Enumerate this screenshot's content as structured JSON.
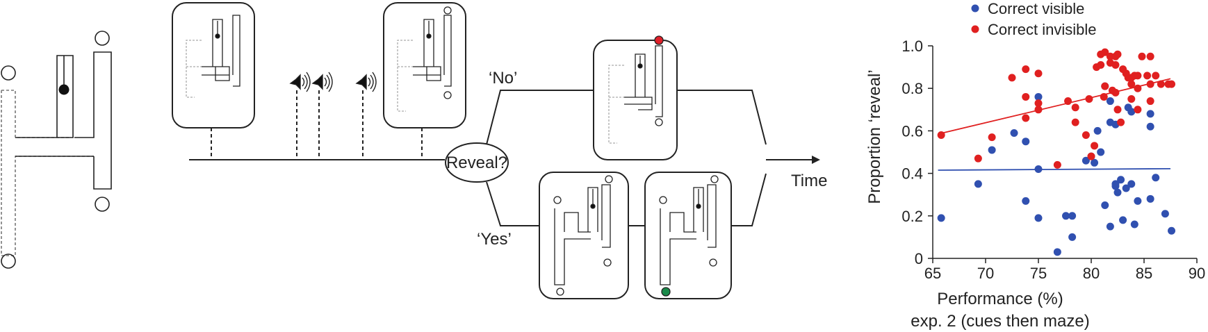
{
  "timeline": {
    "decision_label": "Reveal?",
    "no_label": "‘No’",
    "yes_label": "‘Yes’",
    "time_label": "Time"
  },
  "colors": {
    "visible": "#3050b0",
    "invisible": "#e02020",
    "red_target": "#e0202a",
    "green_target": "#1a8a4a"
  },
  "chart_data": {
    "type": "scatter",
    "xlabel": "Performance (%)",
    "xlabel_line2": "exp. 2 (cues then maze)",
    "ylabel": "Proportion ‘reveal’",
    "xlim": [
      65,
      90
    ],
    "ylim": [
      0,
      1.0
    ],
    "xticks": [
      "65",
      "70",
      "75",
      "80",
      "85",
      "90"
    ],
    "yticks": [
      "0",
      "0.2",
      "0.4",
      "0.6",
      "0.8",
      "1.0"
    ],
    "legend_position": "top",
    "series": [
      {
        "name": "Correct visible",
        "color": "#3050b0",
        "points": [
          [
            65.8,
            0.19
          ],
          [
            69.3,
            0.35
          ],
          [
            70.6,
            0.51
          ],
          [
            72.7,
            0.59
          ],
          [
            73.8,
            0.55
          ],
          [
            73.8,
            0.27
          ],
          [
            75.0,
            0.76
          ],
          [
            75.0,
            0.42
          ],
          [
            75.0,
            0.19
          ],
          [
            76.8,
            0.03
          ],
          [
            77.6,
            0.2
          ],
          [
            78.2,
            0.2
          ],
          [
            78.2,
            0.1
          ],
          [
            79.5,
            0.46
          ],
          [
            80.0,
            0.48
          ],
          [
            80.3,
            0.45
          ],
          [
            80.6,
            0.6
          ],
          [
            80.9,
            0.5
          ],
          [
            81.3,
            0.81
          ],
          [
            81.3,
            0.25
          ],
          [
            81.8,
            0.74
          ],
          [
            81.8,
            0.64
          ],
          [
            81.8,
            0.15
          ],
          [
            82.3,
            0.63
          ],
          [
            82.3,
            0.35
          ],
          [
            82.3,
            0.34
          ],
          [
            82.5,
            0.31
          ],
          [
            82.8,
            0.37
          ],
          [
            83.0,
            0.18
          ],
          [
            83.3,
            0.33
          ],
          [
            83.5,
            0.71
          ],
          [
            83.8,
            0.69
          ],
          [
            83.8,
            0.35
          ],
          [
            84.1,
            0.16
          ],
          [
            84.4,
            0.27
          ],
          [
            85.6,
            0.68
          ],
          [
            85.6,
            0.62
          ],
          [
            85.6,
            0.28
          ],
          [
            86.1,
            0.38
          ],
          [
            87.0,
            0.21
          ],
          [
            87.6,
            0.13
          ]
        ],
        "fit": [
          [
            65.5,
            0.415
          ],
          [
            87.5,
            0.422
          ]
        ]
      },
      {
        "name": "Correct invisible",
        "color": "#e02020",
        "points": [
          [
            65.8,
            0.58
          ],
          [
            69.3,
            0.47
          ],
          [
            70.6,
            0.57
          ],
          [
            72.5,
            0.85
          ],
          [
            73.8,
            0.89
          ],
          [
            73.8,
            0.76
          ],
          [
            73.8,
            0.66
          ],
          [
            75.0,
            0.87
          ],
          [
            75.0,
            0.73
          ],
          [
            75.0,
            0.7
          ],
          [
            76.8,
            0.44
          ],
          [
            77.8,
            0.74
          ],
          [
            78.5,
            0.71
          ],
          [
            78.5,
            0.64
          ],
          [
            79.5,
            0.58
          ],
          [
            79.8,
            0.75
          ],
          [
            80.0,
            0.48
          ],
          [
            80.3,
            0.53
          ],
          [
            80.5,
            0.9
          ],
          [
            80.9,
            0.96
          ],
          [
            80.9,
            0.91
          ],
          [
            81.2,
            0.76
          ],
          [
            81.3,
            0.97
          ],
          [
            81.3,
            0.81
          ],
          [
            81.8,
            0.95
          ],
          [
            81.8,
            0.92
          ],
          [
            82.0,
            0.79
          ],
          [
            82.3,
            0.95
          ],
          [
            82.3,
            0.91
          ],
          [
            82.3,
            0.78
          ],
          [
            82.5,
            0.96
          ],
          [
            82.5,
            0.7
          ],
          [
            82.8,
            0.64
          ],
          [
            83.0,
            0.89
          ],
          [
            83.3,
            0.87
          ],
          [
            83.5,
            0.85
          ],
          [
            83.8,
            0.85
          ],
          [
            83.8,
            0.82
          ],
          [
            83.8,
            0.75
          ],
          [
            84.1,
            0.86
          ],
          [
            84.4,
            0.86
          ],
          [
            84.4,
            0.8
          ],
          [
            84.4,
            0.7
          ],
          [
            84.8,
            0.95
          ],
          [
            85.3,
            0.86
          ],
          [
            85.6,
            0.95
          ],
          [
            85.6,
            0.82
          ],
          [
            85.6,
            0.74
          ],
          [
            86.1,
            0.86
          ],
          [
            86.6,
            0.82
          ],
          [
            87.3,
            0.82
          ],
          [
            87.6,
            0.82
          ]
        ],
        "fit": [
          [
            65.5,
            0.585
          ],
          [
            87.5,
            0.845
          ]
        ]
      }
    ]
  }
}
